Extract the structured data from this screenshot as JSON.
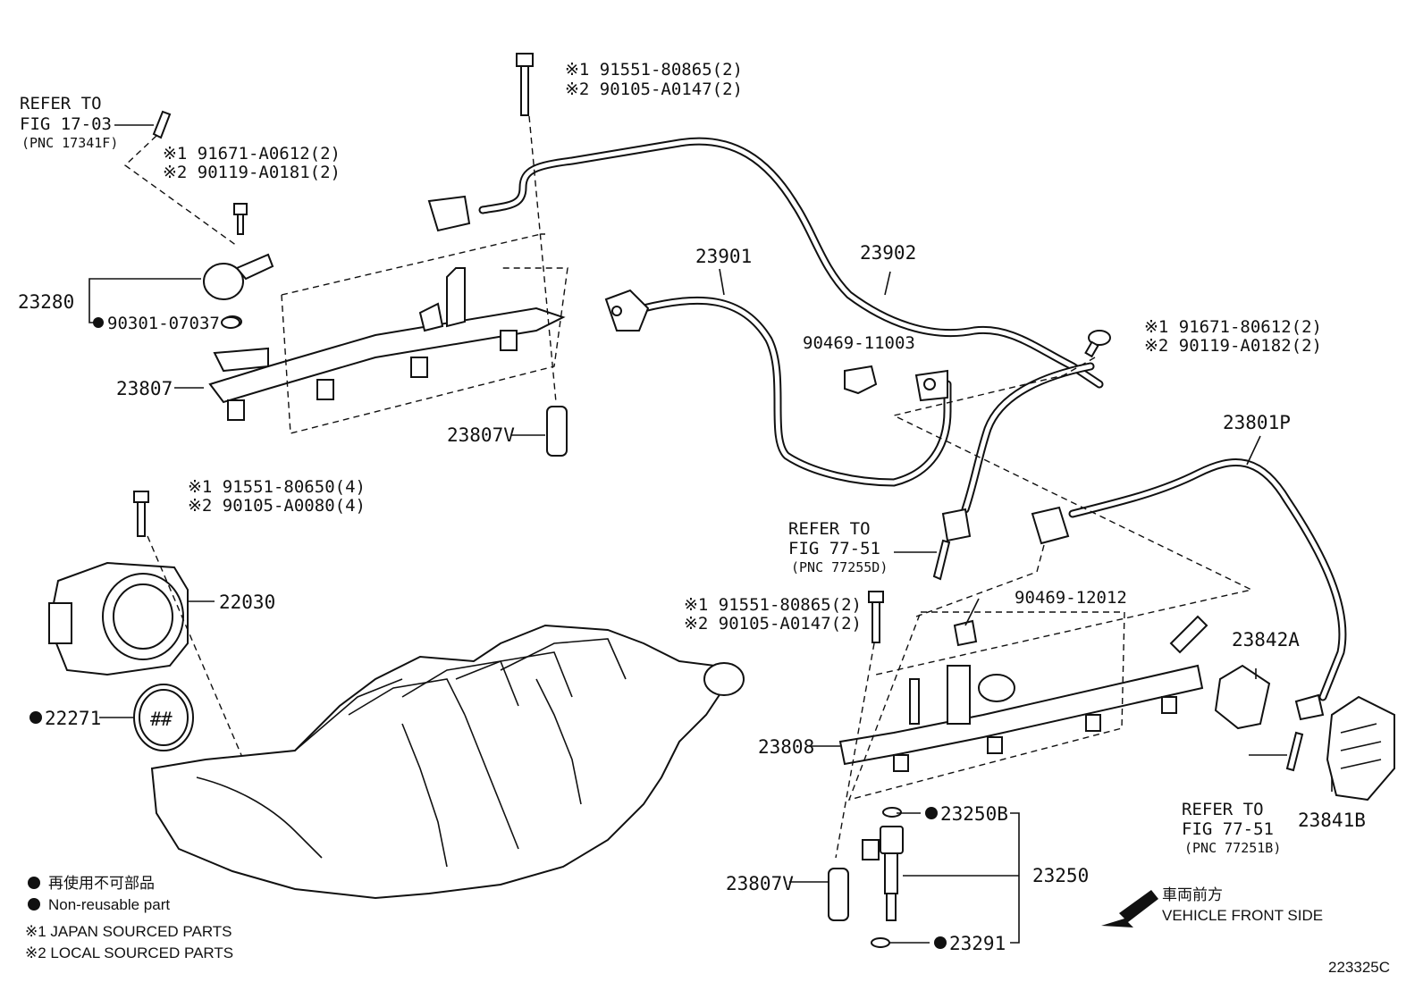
{
  "refs": {
    "fig1703": {
      "l1": "REFER TO",
      "l2": "FIG 17-03",
      "l3": "(PNC 17341F)"
    },
    "fig7751a": {
      "l1": "REFER TO",
      "l2": "FIG 77-51",
      "l3": "(PNC 77255D)"
    },
    "fig7751b": {
      "l1": "REFER TO",
      "l2": "FIG 77-51",
      "l3": "(PNC 77251B)"
    }
  },
  "bolts": {
    "top": {
      "j": "※1 91551-80865(2)",
      "l": "※2 90105-A0147(2)"
    },
    "left": {
      "j": "※1 91671-A0612(2)",
      "l": "※2 90119-A0181(2)"
    },
    "right": {
      "j": "※1 91671-80612(2)",
      "l": "※2 90119-A0182(2)"
    },
    "throttle": {
      "j": "※1 91551-80650(4)",
      "l": "※2 90105-A0080(4)"
    },
    "rail2": {
      "j": "※1 91551-80865(2)",
      "l": "※2 90105-A0147(2)"
    }
  },
  "parts": {
    "p23280": "23280",
    "p90301": "90301-07037",
    "p23807": "23807",
    "p23807v_a": "23807V",
    "p23901": "23901",
    "p23902": "23902",
    "p90469_11003": "90469-11003",
    "p23801p": "23801P",
    "p22030": "22030",
    "p22271": "22271",
    "p90469_12012": "90469-12012",
    "p23808": "23808",
    "p23842a": "23842A",
    "p23841b": "23841B",
    "p23250b": "23250B",
    "p23250": "23250",
    "p23807v_b": "23807V",
    "p23291": "23291"
  },
  "legend": {
    "nonreuse_jp": "再使用不可部品",
    "nonreuse_en": "Non-reusable part",
    "jp_parts": "※1 JAPAN SOURCED PARTS",
    "local_parts": "※2 LOCAL SOURCED PARTS"
  },
  "direction": {
    "jp": "車両前方",
    "en": "VEHICLE FRONT SIDE"
  },
  "figure_code": "223325C"
}
